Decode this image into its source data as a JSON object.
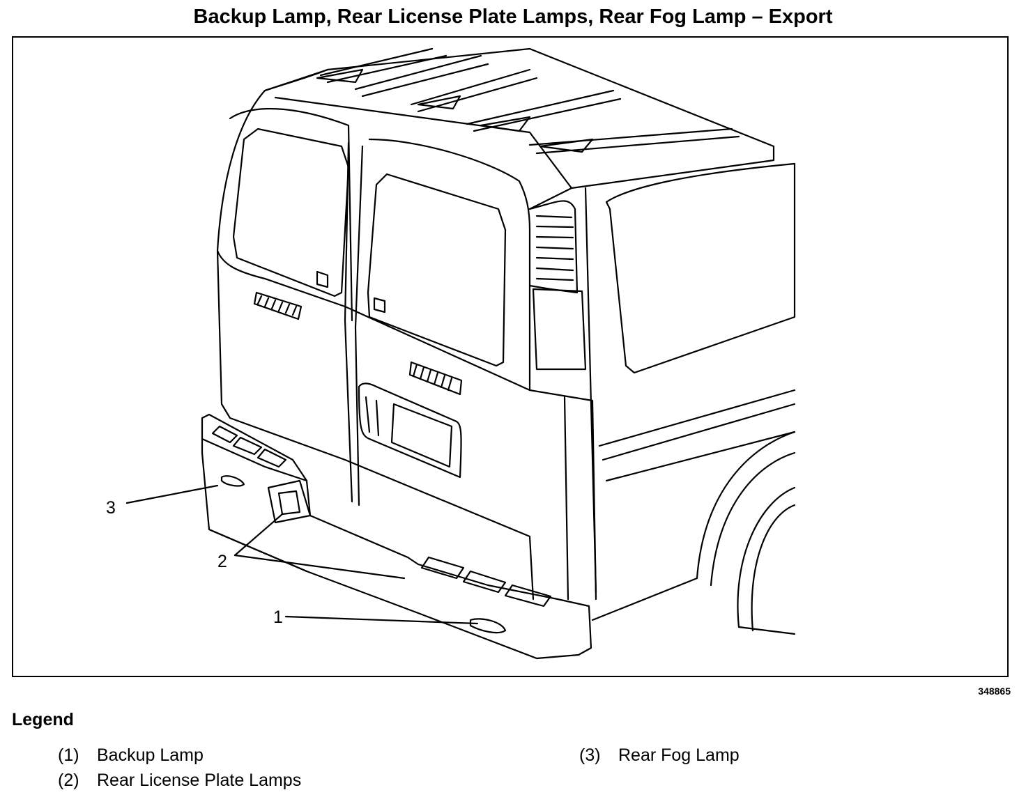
{
  "title": "Backup Lamp, Rear License Plate Lamps, Rear Fog Lamp – Export",
  "figure_id": "348865",
  "callouts": [
    "1",
    "2",
    "3"
  ],
  "legend": {
    "heading": "Legend",
    "items": [
      {
        "num": "(1)",
        "label": "Backup Lamp"
      },
      {
        "num": "(2)",
        "label": "Rear License Plate Lamps"
      },
      {
        "num": "(3)",
        "label": "Rear Fog Lamp"
      }
    ]
  }
}
